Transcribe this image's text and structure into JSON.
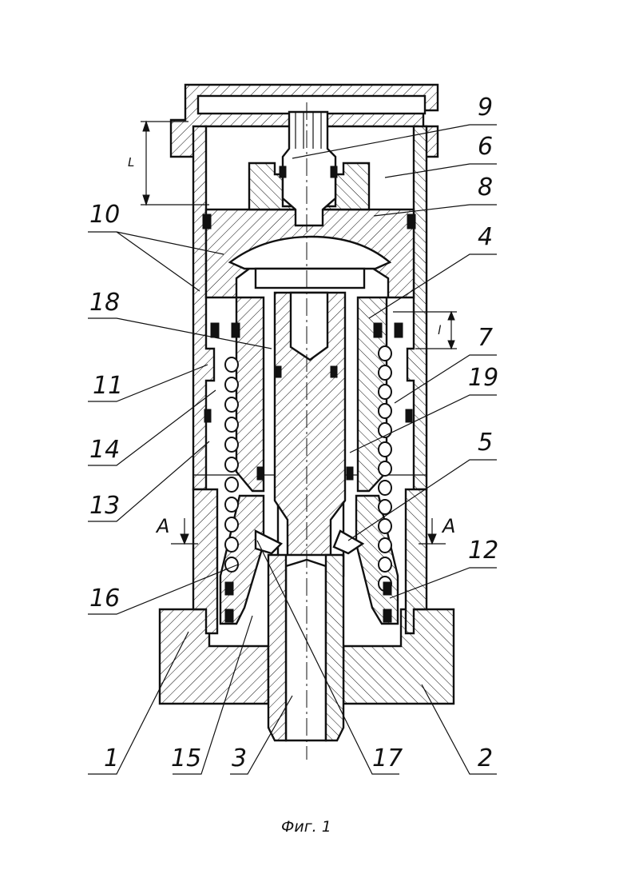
{
  "figure": {
    "caption": "Фиг. 1",
    "dimension_labels": {
      "upper": "L",
      "lower": "l"
    },
    "section_marks": {
      "left": "A",
      "right": "A"
    },
    "part_labels": {
      "p1": "1",
      "p2": "2",
      "p3": "3",
      "p4": "4",
      "p5": "5",
      "p6": "6",
      "p7": "7",
      "p8": "8",
      "p9": "9",
      "p10": "10",
      "p11": "11",
      "p12": "12",
      "p13": "13",
      "p14": "14",
      "p15": "15",
      "p16": "16",
      "p17": "17",
      "p18": "18",
      "p19": "19"
    }
  }
}
